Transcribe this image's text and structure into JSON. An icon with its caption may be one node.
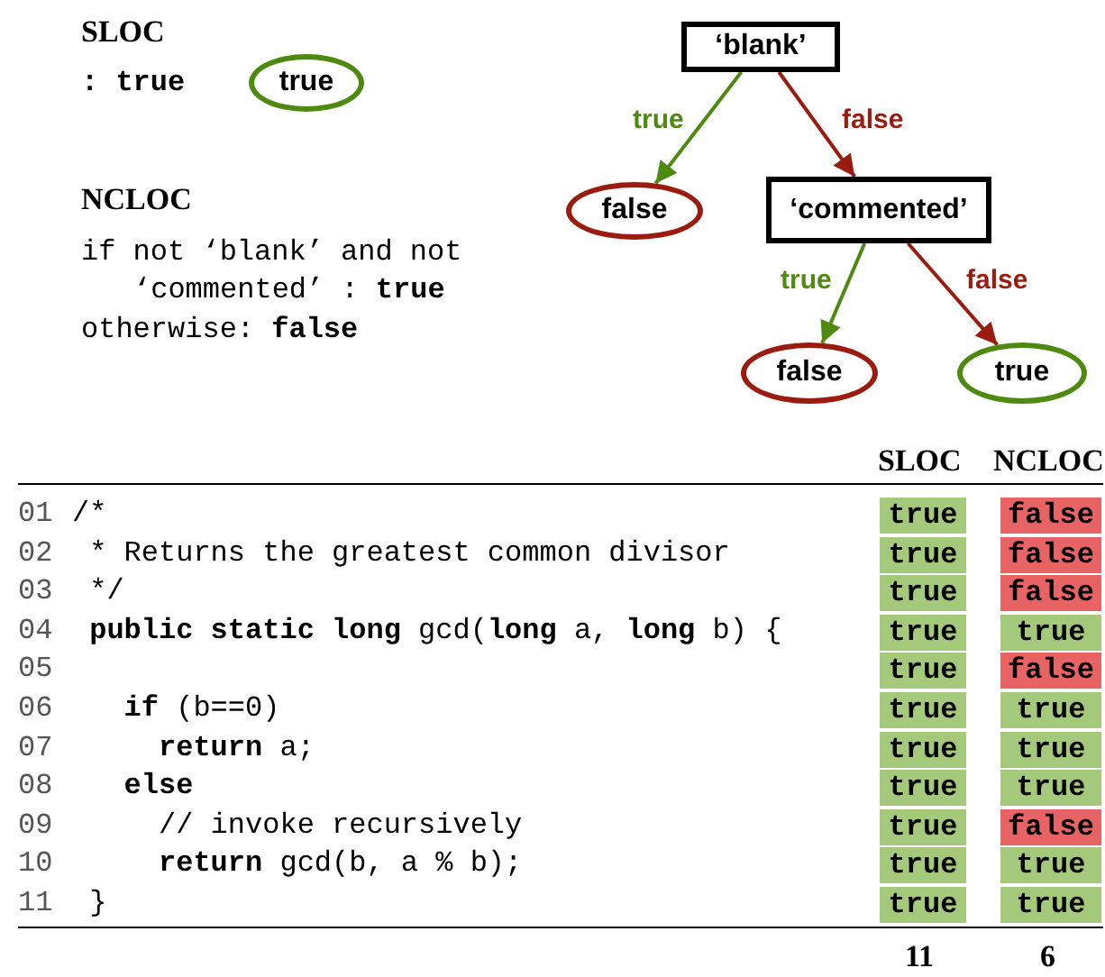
{
  "diagram": {
    "nodes": [
      {
        "text": [
          "true"
        ]
      },
      {
        "text": [
          "‘blank’"
        ]
      },
      {
        "text": [
          "false"
        ]
      },
      {
        "text": [
          "‘commented’"
        ]
      },
      {
        "text": [
          "false"
        ]
      },
      {
        "text": [
          "true"
        ]
      }
    ],
    "edges": [
      {
        "from": 1,
        "to": 2,
        "arrow": "to",
        "label": "true",
        "color": "#4f8a10"
      },
      {
        "from": 1,
        "to": 3,
        "arrow": "to",
        "label": "false",
        "color": "#9b1c0e"
      },
      {
        "from": 3,
        "to": 4,
        "arrow": "to",
        "label": "true",
        "color": "#4f8a10"
      },
      {
        "from": 3,
        "to": 5,
        "arrow": "to",
        "label": "false",
        "color": "#9b1c0e"
      }
    ],
    "labels": [
      "SLOC",
      ": true",
      "NCLOC",
      "if not ‘blank’ and not ‘commented’ : **true**",
      "otherwise: **false**",
      "SLOC",
      "NCLOC",
      "01",
      "/*",
      "true",
      "false",
      "02",
      "* Returns the greatest common divisor",
      "true",
      "false",
      "03",
      "*/",
      "true",
      "false",
      "04",
      "**public static long** gcd(**long** a, **long** b) {",
      "true",
      "true",
      "05",
      "true",
      "false",
      "06",
      "**if** (b==0)",
      "true",
      "true",
      "07",
      "**return** a;",
      "true",
      "true",
      "08",
      "**else**",
      "true",
      "true",
      "09",
      "// invoke recursively",
      "true",
      "false",
      "10",
      "**return** gcd(b, a % b);",
      "true",
      "true",
      "11",
      "}",
      "true",
      "true",
      "11",
      "6"
    ]
  }
}
